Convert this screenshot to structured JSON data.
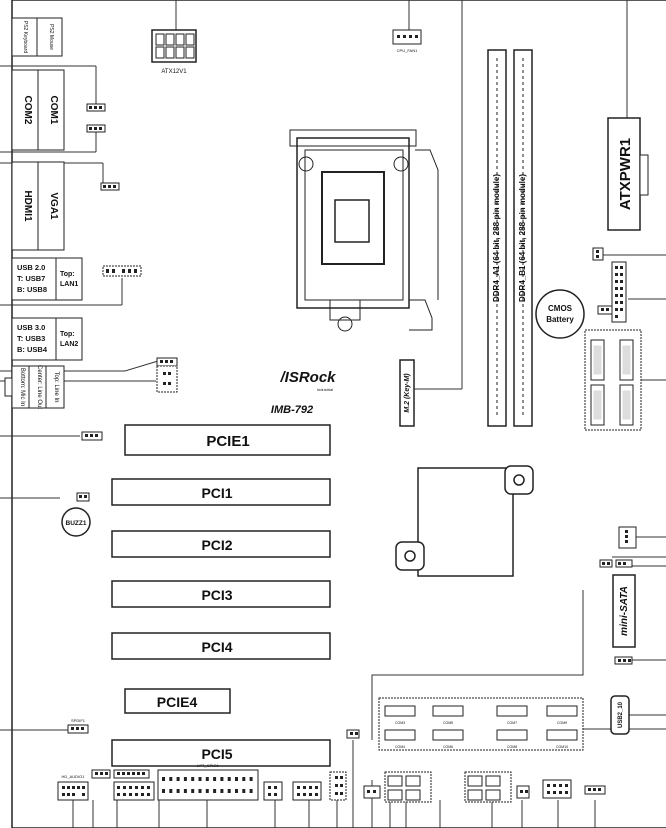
{
  "labels": {
    "ps2_keyboard": "PS2 Keyboard",
    "ps2_mouse": "PS2 Mouse",
    "atx12v1": "ATX12V1",
    "cpu_fan1": "CPU_FAN1",
    "atxpwr1": "ATXPWR1",
    "com1": "COM1",
    "com2": "COM2",
    "hdmi1": "HDMI1",
    "vga1": "VGA1",
    "usb20_line1": "USB 2.0",
    "usb20_line2": "T: USB7",
    "usb20_line3": "B: USB8",
    "top_lan1_line1": "Top:",
    "top_lan1_line2": "LAN1",
    "usb30_line1": "USB 3.0",
    "usb30_line2": "T: USB3",
    "usb30_line3": "B: USB4",
    "top_lan2_line1": "Top:",
    "top_lan2_line2": "LAN2",
    "audio_col1": "Top: Line In",
    "audio_col2": "Center: Line Out",
    "audio_col3": "Bottom: Mic In",
    "ddr4_a1": "DDR4_A1 (64 bit, 288-pin module)",
    "ddr4_b1": "DDR4_B1 (64 bit, 288-pin module)",
    "cmos_line1": "CMOS",
    "cmos_line2": "Battery",
    "asrock_logo": "/ISRock",
    "asrock_sub": "Industrial",
    "model": "IMB-792",
    "m2": "M.2 (Key-M)",
    "pcie1": "PCIE1",
    "pci1": "PCI1",
    "pci2": "PCI2",
    "pci3": "PCI3",
    "pci4": "PCI4",
    "pcie4": "PCIE4",
    "pci5": "PCI5",
    "buzz1": "BUZZ1",
    "mini_sata": "mini-SATA",
    "usb2_10": "USB2_10",
    "spdif1": "SPDIF1",
    "hd_audio1": "HD_AUDIO1",
    "lpt_gpio1": "LPT_GPIO1",
    "com_labels": [
      "COM3",
      "COM5",
      "COM7",
      "COM9",
      "COM4",
      "COM6",
      "COM8",
      "COM10"
    ]
  }
}
